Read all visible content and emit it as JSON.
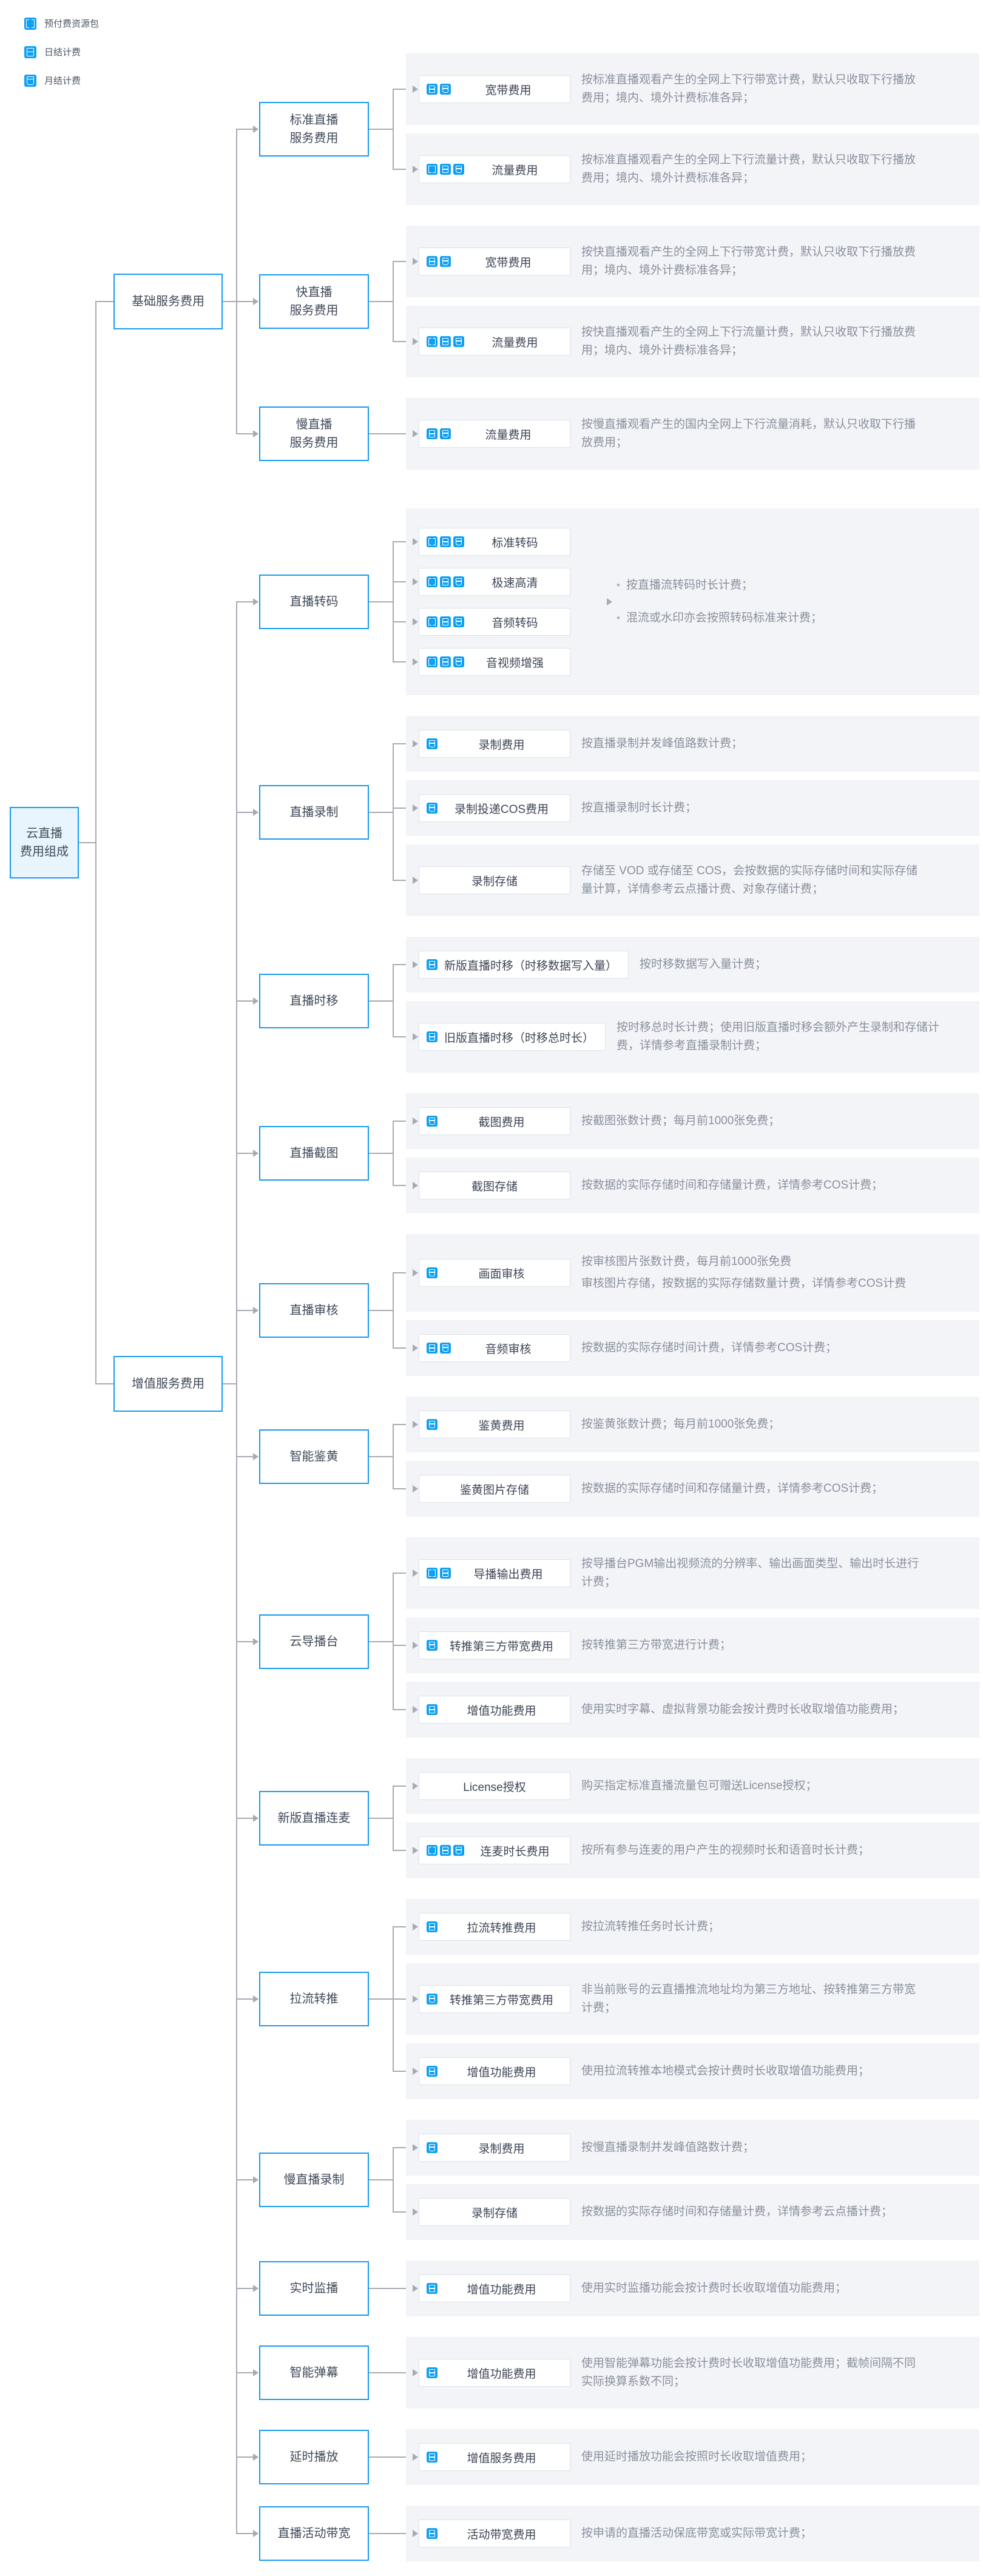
{
  "colors": {
    "accent": "#169bf0",
    "icon_blue": "#0fa0f2",
    "panel_bg": "#f2f4f8",
    "line_gray": "#a6abb2",
    "desc_gray": "#8a909c"
  },
  "legend": {
    "items": [
      {
        "icon": "package",
        "label": "预付费资源包"
      },
      {
        "icon": "daily",
        "label": "日结计费"
      },
      {
        "icon": "monthly",
        "label": "月结计费"
      }
    ]
  },
  "root": {
    "label": "云直播\n费用组成"
  },
  "groups": [
    {
      "label": "基础服务费用",
      "sections": [
        {
          "label": "标准直播\n服务费用",
          "rows": [
            {
              "icons": [
                "daily",
                "monthly"
              ],
              "title": "宽带费用",
              "desc": "按标准直播观看产生的全网上下行带宽计费，默认只收取下行播放费用；境内、境外计费标准各异；"
            },
            {
              "icons": [
                "package",
                "daily",
                "monthly"
              ],
              "title": "流量费用",
              "desc": "按标准直播观看产生的全网上下行流量计费，默认只收取下行播放费用；境内、境外计费标准各异；"
            }
          ]
        },
        {
          "label": "快直播\n服务费用",
          "rows": [
            {
              "icons": [
                "daily",
                "monthly"
              ],
              "title": "宽带费用",
              "desc": "按快直播观看产生的全网上下行带宽计费，默认只收取下行播放费用；境内、境外计费标准各异；"
            },
            {
              "icons": [
                "package",
                "daily",
                "monthly"
              ],
              "title": "流量费用",
              "desc": "按快直播观看产生的全网上下行流量计费，默认只收取下行播放费用；境内、境外计费标准各异；"
            }
          ]
        },
        {
          "label": "慢直播\n服务费用",
          "rows": [
            {
              "icons": [
                "daily",
                "monthly"
              ],
              "title": "流量费用",
              "desc": "按慢直播观看产生的国内全网上下行流量消耗，默认只收取下行播放费用；"
            }
          ]
        }
      ]
    },
    {
      "label": "增值服务费用",
      "sections": [
        {
          "label": "直播转码",
          "type": "transcode",
          "boxes": [
            {
              "icons": [
                "package",
                "daily",
                "monthly"
              ],
              "title": "标准转码"
            },
            {
              "icons": [
                "package",
                "daily",
                "monthly"
              ],
              "title": "极速高清"
            },
            {
              "icons": [
                "package",
                "daily",
                "monthly"
              ],
              "title": "音频转码"
            },
            {
              "icons": [
                "package",
                "daily",
                "monthly"
              ],
              "title": "音视频增强"
            }
          ],
          "notes": [
            "按直播流转码时长计费；",
            "混流或水印亦会按照转码标准来计费；"
          ]
        },
        {
          "label": "直播录制",
          "rows": [
            {
              "icons": [
                "monthly"
              ],
              "title": "录制费用",
              "desc": "按直播录制并发峰值路数计费；"
            },
            {
              "icons": [
                "monthly"
              ],
              "title": "录制投递COS费用",
              "desc": "按直播录制时长计费；"
            },
            {
              "icons": [],
              "title": "录制存储",
              "desc": "存储至 VOD 或存储至 COS，会按数据的实际存储时间和实际存储量计算，详情参考云点播计费、对象存储计费；"
            }
          ]
        },
        {
          "label": "直播时移",
          "rows": [
            {
              "icons": [
                "daily"
              ],
              "title": "新版直播时移（时移数据写入量）",
              "desc": "按时移数据写入量计费；"
            },
            {
              "icons": [
                "daily"
              ],
              "title": "旧版直播时移（时移总时长）",
              "desc": "按时移总时长计费；使用旧版直播时移会额外产生录制和存储计费，详情参考直播录制计费；"
            }
          ]
        },
        {
          "label": "直播截图",
          "rows": [
            {
              "icons": [
                "monthly"
              ],
              "title": "截图费用",
              "desc": "按截图张数计费；每月前1000张免费；"
            },
            {
              "icons": [],
              "title": "截图存储",
              "desc": "按数据的实际存储时间和存储量计费，详情参考COS计费；"
            }
          ]
        },
        {
          "label": "直播审核",
          "rows": [
            {
              "icons": [
                "monthly"
              ],
              "title": "画面审核",
              "desc_lines": [
                "按审核图片张数计费，每月前1000张免费",
                "审核图片存储，按数据的实际存储数量计费，详情参考COS计费"
              ]
            },
            {
              "icons": [
                "daily",
                "monthly"
              ],
              "title": "音频审核",
              "desc": "按数据的实际存储时间计费，详情参考COS计费；"
            }
          ]
        },
        {
          "label": "智能鉴黄",
          "rows": [
            {
              "icons": [
                "monthly"
              ],
              "title": "鉴黄费用",
              "desc": "按鉴黄张数计费；每月前1000张免费；"
            },
            {
              "icons": [],
              "title": "鉴黄图片存储",
              "desc": "按数据的实际存储时间和存储量计费，详情参考COS计费；"
            }
          ]
        },
        {
          "label": "云导播台",
          "rows": [
            {
              "icons": [
                "package",
                "daily"
              ],
              "title": "导播输出费用",
              "desc": "按导播台PGM输出视频流的分辨率、输出画面类型、输出时长进行计费；"
            },
            {
              "icons": [
                "monthly"
              ],
              "title": "转推第三方带宽费用",
              "desc": "按转推第三方带宽进行计费；"
            },
            {
              "icons": [
                "daily"
              ],
              "title": "增值功能费用",
              "desc": "使用实时字幕、虚拟背景功能会按计费时长收取增值功能费用；"
            }
          ]
        },
        {
          "label": "新版直播连麦",
          "rows": [
            {
              "icons": [],
              "title": "License授权",
              "desc": "购买指定标准直播流量包可赠送License授权；"
            },
            {
              "icons": [
                "package",
                "daily",
                "monthly"
              ],
              "title": "连麦时长费用",
              "desc": "按所有参与连麦的用户产生的视频时长和语音时长计费；"
            }
          ]
        },
        {
          "label": "拉流转推",
          "rows": [
            {
              "icons": [
                "daily"
              ],
              "title": "拉流转推费用",
              "desc": "按拉流转推任务时长计费；"
            },
            {
              "icons": [
                "monthly"
              ],
              "title": "转推第三方带宽费用",
              "desc": "非当前账号的云直播推流地址均为第三方地址、按转推第三方带宽计费；"
            },
            {
              "icons": [
                "daily"
              ],
              "title": "增值功能费用",
              "desc": "使用拉流转推本地模式会按计费时长收取增值功能费用；"
            }
          ]
        },
        {
          "label": "慢直播录制",
          "rows": [
            {
              "icons": [
                "monthly"
              ],
              "title": "录制费用",
              "desc": "按慢直播录制并发峰值路数计费；"
            },
            {
              "icons": [],
              "title": "录制存储",
              "desc": "按数据的实际存储时间和存储量计费，详情参考云点播计费；"
            }
          ]
        },
        {
          "label": "实时监播",
          "rows": [
            {
              "icons": [
                "daily"
              ],
              "title": "增值功能费用",
              "desc": "使用实时监播功能会按计费时长收取增值功能费用；"
            }
          ]
        },
        {
          "label": "智能弹幕",
          "rows": [
            {
              "icons": [
                "daily"
              ],
              "title": "增值功能费用",
              "desc": "使用智能弹幕功能会按计费时长收取增值功能费用；截帧间隔不同实际换算系数不同；"
            }
          ]
        },
        {
          "label": "延时播放",
          "rows": [
            {
              "icons": [
                "daily"
              ],
              "title": "增值服务费用",
              "desc": "使用延时播放功能会按照时长收取增值费用；"
            }
          ]
        },
        {
          "label": "直播活动带宽",
          "rows": [
            {
              "icons": [
                "daily"
              ],
              "title": "活动带宽费用",
              "desc": "按申请的直播活动保底带宽或实际带宽计费；"
            }
          ]
        }
      ]
    }
  ]
}
